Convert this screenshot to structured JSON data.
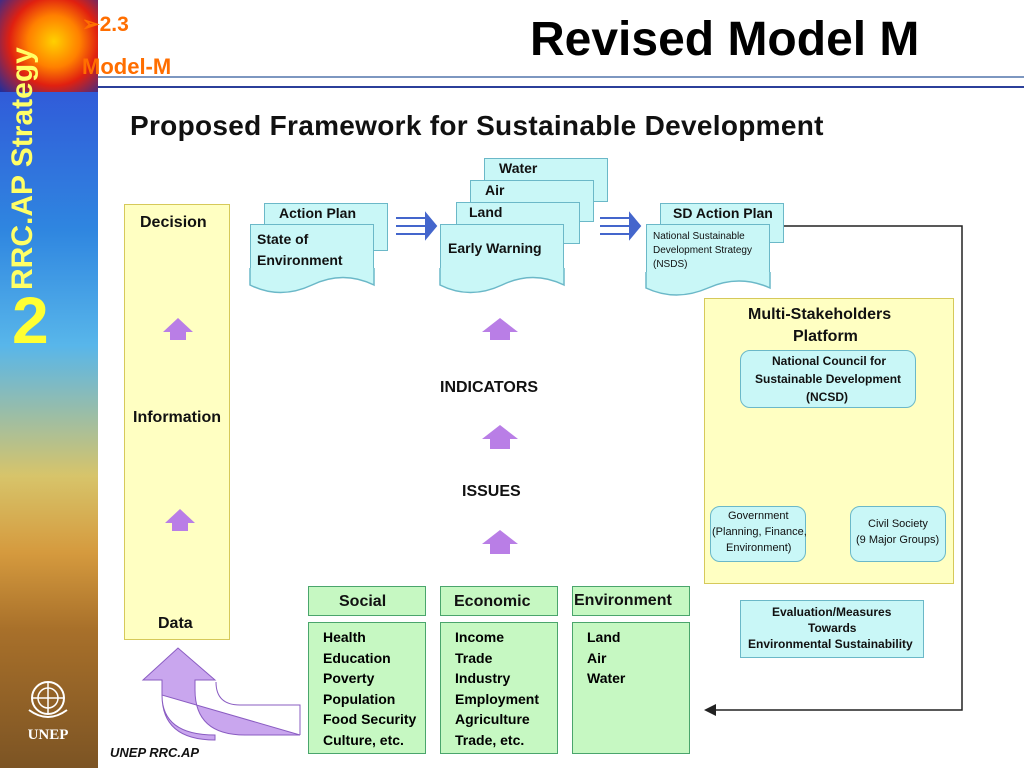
{
  "sidebar": {
    "vertical_title": "RRC.AP Strategy",
    "big_number": "2",
    "logo_label": "UNEP"
  },
  "header": {
    "section_number": "2.3",
    "section_title": "Model-M",
    "slide_title": "Revised Model M"
  },
  "diagram": {
    "title": "Proposed Framework for Sustainable Development",
    "pyramid": {
      "top": "Decision",
      "middle": "Information",
      "bottom": "Data"
    },
    "doc_stack_left": {
      "back": "Action Plan",
      "front_line1": "State of",
      "front_line2": "Environment"
    },
    "doc_stack_center": {
      "layer1": "Water",
      "layer2": "Air",
      "layer3": "Land",
      "front": "Early Warning"
    },
    "doc_stack_right": {
      "back": "SD Action Plan",
      "front_line1": "National Sustainable",
      "front_line2": "Development Strategy",
      "front_line3": "(NSDS)"
    },
    "indicators_label": "INDICATORS",
    "issues_label": "ISSUES",
    "stakeholders": {
      "title_line1": "Multi-Stakeholders",
      "title_line2": "Platform",
      "council_line1": "National Council for",
      "council_line2": "Sustainable Development",
      "council_line3": "(NCSD)",
      "gov_line1": "Government",
      "gov_line2": "(Planning, Finance,",
      "gov_line3": "Environment)",
      "civil_line1": "Civil Society",
      "civil_line2": "(9 Major Groups)"
    },
    "evaluation": {
      "line1": "Evaluation/Measures",
      "line2": "Towards",
      "line3": "Environmental Sustainability"
    },
    "pillars": [
      {
        "title": "Social",
        "items": [
          "Health",
          "Education",
          "Poverty",
          "Population",
          "Food Security",
          "Culture, etc."
        ]
      },
      {
        "title": "Economic",
        "items": [
          "Income",
          "Trade",
          "Industry",
          "Employment",
          "Agriculture",
          "Trade, etc."
        ]
      },
      {
        "title": "Environment",
        "items": [
          "Land",
          "Air",
          "Water"
        ]
      }
    ],
    "footer_credit": "UNEP RRC.AP"
  },
  "colors": {
    "accent_orange": "#ff6e00",
    "doc_fill": "#c9f7f7",
    "pillar_fill": "#c6f8c2",
    "pyramid_fill": "#ffffc2",
    "arrow_purple": "#b97ee6"
  }
}
